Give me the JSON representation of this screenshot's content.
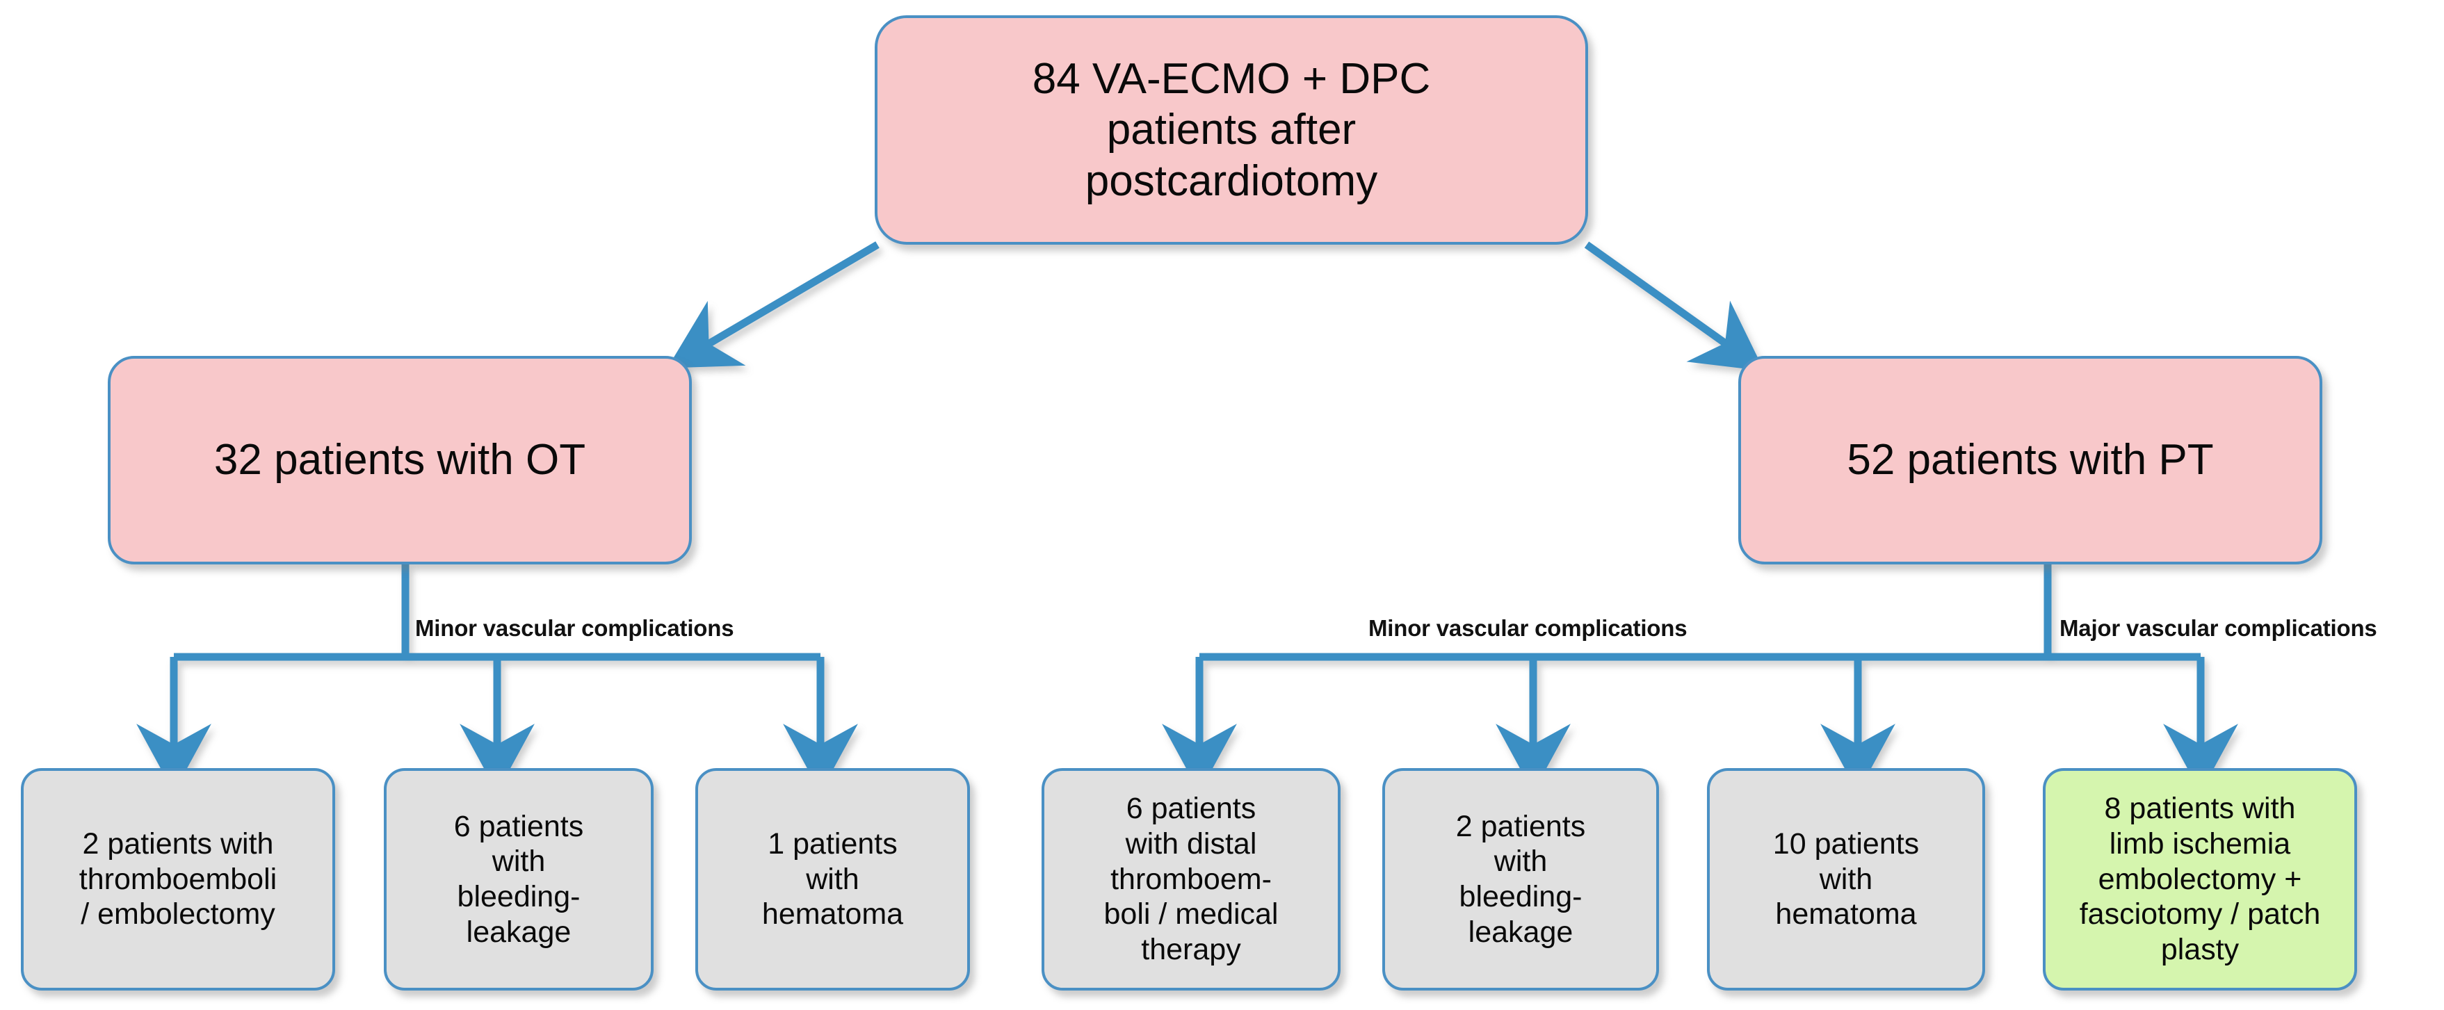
{
  "diagram": {
    "type": "flowchart",
    "title_node": {
      "id": "root",
      "text": "84 VA-ECMO + DPC\npatients after\npostcardiotomy",
      "color": "#F8C8CA"
    },
    "level1": [
      {
        "id": "ot",
        "text": "32 patients with OT",
        "color": "#F8C8CA"
      },
      {
        "id": "pt",
        "text": "52 patients with PT",
        "color": "#F8C8CA"
      }
    ],
    "edge_labels": {
      "left_minor": "Minor vascular complications",
      "right_minor": "Minor vascular complications",
      "right_major": "Major vascular complications"
    },
    "leaves": [
      {
        "id": "ot-thromboemboli",
        "text": "2 patients with\nthromboemboli\n/ embolectomy",
        "color": "#E0E0E0",
        "parent": "ot"
      },
      {
        "id": "ot-bleeding",
        "text": "6 patients\nwith\nbleeding-\nleakage",
        "color": "#E0E0E0",
        "parent": "ot"
      },
      {
        "id": "ot-hematoma",
        "text": "1 patients\nwith\nhematoma",
        "color": "#E0E0E0",
        "parent": "ot"
      },
      {
        "id": "pt-distal-thromboemboli",
        "text": "6 patients\nwith distal\nthromboem-\nboli / medical\ntherapy",
        "color": "#E0E0E0",
        "parent": "pt"
      },
      {
        "id": "pt-bleeding",
        "text": "2 patients\nwith\nbleeding-\nleakage",
        "color": "#E0E0E0",
        "parent": "pt"
      },
      {
        "id": "pt-hematoma",
        "text": "10 patients\nwith\nhematoma",
        "color": "#E0E0E0",
        "parent": "pt"
      },
      {
        "id": "pt-limb-ischemia",
        "text": "8 patients with\nlimb ischemia\nembolectomy +\nfasciotomy / patch\nplasty",
        "color": "#D5F5AE",
        "parent": "pt"
      }
    ],
    "colors": {
      "connector": "#3B8FC4",
      "pink_fill": "#F8C8CA",
      "gray_fill": "#E0E0E0",
      "green_fill": "#D5F5AE",
      "border": "#4A90C4",
      "text": "#0A0A0A"
    }
  }
}
